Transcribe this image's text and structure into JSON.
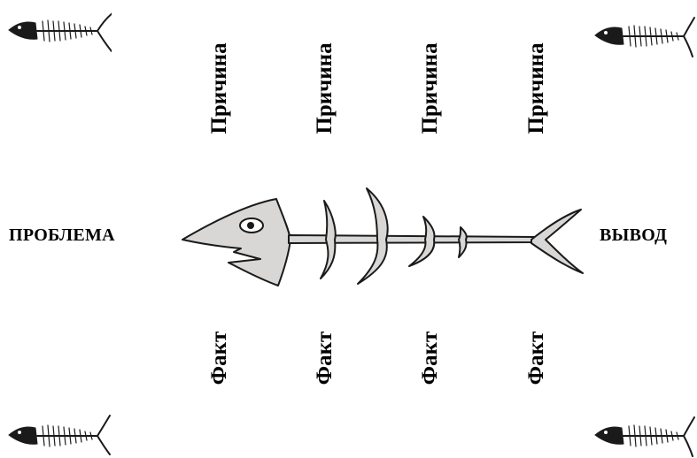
{
  "diagram": {
    "problem_label": "ПРОБЛЕМА",
    "conclusion_label": "ВЫВОД",
    "causes": [
      "Причина",
      "Причина",
      "Причина",
      "Причина"
    ],
    "facts": [
      "Факт",
      "Факт",
      "Факт",
      "Факт"
    ]
  },
  "colors": {
    "fish_fill": "#d9d7d6",
    "outline": "#1a1a1a",
    "text": "#000000"
  },
  "icons": {
    "main": "fish-skeleton-icon",
    "corners": [
      "fish-skeleton-icon",
      "fish-skeleton-icon",
      "fish-skeleton-icon",
      "fish-skeleton-icon"
    ]
  }
}
